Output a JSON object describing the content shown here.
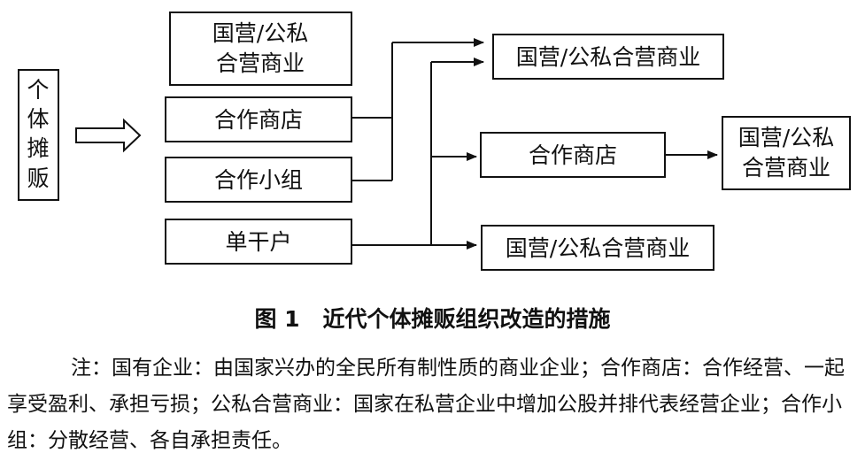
{
  "diagram": {
    "source": {
      "label": "个体摊贩"
    },
    "targets": {
      "state_joint": {
        "line1": "国营/公私",
        "line2": "合营商业"
      },
      "coop_store": {
        "label": "合作商店"
      },
      "coop_group": {
        "label": "合作小组"
      },
      "single": {
        "label": "单干户"
      }
    },
    "outcomes": {
      "top": {
        "label": "国营/公私合营商业"
      },
      "middle_store": {
        "label": "合作商店"
      },
      "middle_final": {
        "line1": "国营/公私",
        "line2": "合营商业"
      },
      "bottom": {
        "label": "国营/公私合营商业"
      }
    }
  },
  "caption": {
    "label": "图 1",
    "title": "近代个体摊贩组织改造的措施"
  },
  "note": {
    "text": "注：国有企业：由国家兴办的全民所有制性质的商业企业；合作商店：合作经营、一起享受盈利、承担亏损；公私合营商业：国家在私营企业中增加公股并排代表经营企业；合作小组：分散经营、各自承担责任。"
  }
}
